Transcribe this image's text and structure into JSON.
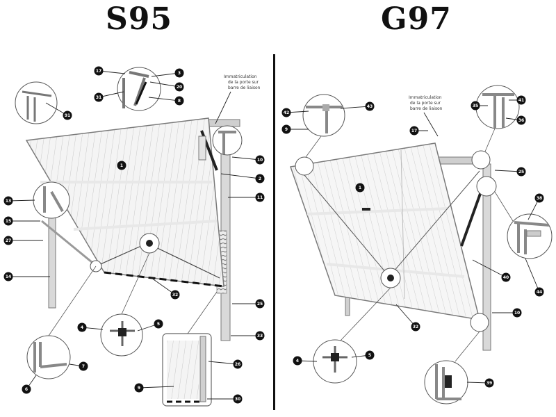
{
  "titles": {
    "left": "S95",
    "right": "G97"
  },
  "notes": {
    "left": [
      "Immatriculation",
      "de la porte sur",
      "barre de liaison"
    ],
    "right": [
      "Immatriculation",
      "de la porte sur",
      "barre de liaison"
    ]
  },
  "labels_left": [
    "17",
    "3",
    "20",
    "31",
    "8",
    "91",
    "1",
    "10",
    "2",
    "13",
    "11",
    "15",
    "27",
    "14",
    "32",
    "25",
    "4",
    "5",
    "33",
    "26",
    "7",
    "6",
    "9",
    "30"
  ],
  "labels_right": [
    "42",
    "43",
    "9",
    "35",
    "41",
    "36",
    "17",
    "25",
    "1",
    "38",
    "40",
    "44",
    "10",
    "32",
    "4",
    "5",
    "39"
  ],
  "colors": {
    "ink": "#111111",
    "panel": "#f2f2f2",
    "frame": "#8a8a8a",
    "accent": "#222222"
  }
}
